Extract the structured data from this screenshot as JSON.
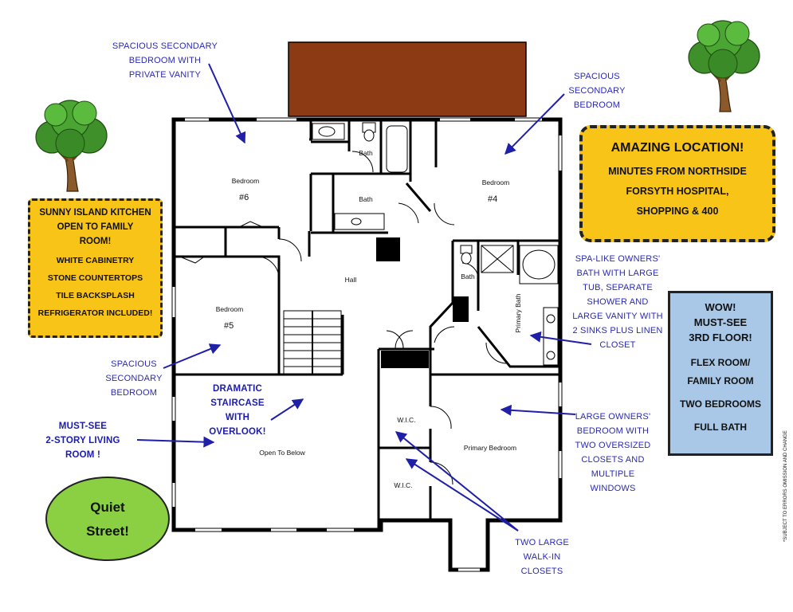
{
  "callouts": {
    "bed6": [
      "SPACIOUS SECONDARY",
      "BEDROOM WITH",
      "PRIVATE VANITY"
    ],
    "bed4": [
      "SPACIOUS",
      "SECONDARY",
      "BEDROOM"
    ],
    "bed5": [
      "SPACIOUS",
      "SECONDARY",
      "BEDROOM"
    ],
    "staircase": [
      "DRAMATIC",
      "STAIRCASE WITH",
      "OVERLOOK!"
    ],
    "living": [
      "MUST-SEE",
      "2-STORY LIVING",
      "ROOM !"
    ],
    "owners_bath": [
      "SPA-LIKE OWNERS'",
      "BATH WITH LARGE",
      "TUB, SEPARATE",
      "SHOWER AND",
      "LARGE VANITY WITH",
      "2 SINKS PLUS LINEN",
      "CLOSET"
    ],
    "owners_bed": [
      "LARGE OWNERS'",
      "BEDROOM WITH",
      "TWO OVERSIZED",
      "CLOSETS AND",
      "MULTIPLE",
      "WINDOWS"
    ],
    "closets": [
      "TWO LARGE",
      "WALK-IN",
      "CLOSETS"
    ]
  },
  "boxes": {
    "kitchen": {
      "title": [
        "SUNNY ISLAND KITCHEN",
        "OPEN TO FAMILY",
        "ROOM!"
      ],
      "lines": [
        "WHITE CABINETRY",
        "STONE COUNTERTOPS",
        "TILE BACKSPLASH",
        "REFRIGERATOR INCLUDED!"
      ]
    },
    "location": {
      "title": "AMAZING LOCATION!",
      "lines": [
        "MINUTES FROM NORTHSIDE",
        "FORSYTH HOSPITAL,",
        "SHOPPING & 400"
      ]
    },
    "wow": {
      "title": [
        "WOW!",
        "MUST-SEE",
        "3RD FLOOR!"
      ],
      "lines": [
        "FLEX ROOM/",
        "FAMILY ROOM",
        "TWO BEDROOMS",
        "FULL BATH"
      ]
    },
    "quiet": [
      "Quiet",
      "Street!"
    ]
  },
  "rooms": {
    "bedroom6": "Bedroom",
    "bedroom6_num": "#6",
    "bedroom4": "Bedroom",
    "bedroom4_num": "#4",
    "bedroom5": "Bedroom",
    "bedroom5_num": "#5",
    "bath_top": "Bath",
    "bath_mid": "Bath",
    "bath_small": "Bath",
    "primary_bath": "Primary Bath",
    "hall": "Hall",
    "wic1": "W.I.C.",
    "wic2": "W.I.C.",
    "open_to_below": "Open To Below",
    "primary_bedroom": "Primary Bedroom"
  },
  "disclaimer": "*SUBJECT TO ERRORS OMISSION AND CHANGE",
  "colors": {
    "callout_text": "#2a2ab5",
    "arrow": "#1f1fa8",
    "yellow_box": "#f9c418",
    "blue_box": "#a9c8e8",
    "green_oval": "#8bd042",
    "roof": "#8b3a14",
    "wall": "#000000"
  },
  "icons": [
    "tree-icon",
    "tree-icon"
  ]
}
